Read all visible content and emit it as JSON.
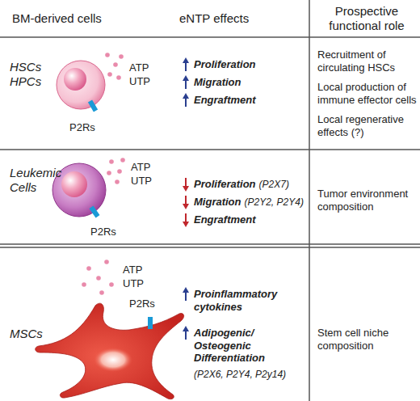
{
  "diagram": {
    "labels": [
      "BM-derived cells",
      "eNTP effects",
      "Prospective functional role",
      "HSCs HPCs",
      "ATP",
      "UTP",
      "P2Rs",
      "Proliferation",
      "Migration",
      "Engraftment",
      "Recruitment of circulating HSCs",
      "Local production of immune effector cells",
      "Local regenerative effects (?)",
      "Leukemic Cells",
      "ATP",
      "UTP",
      "P2Rs",
      "Proliferation",
      "(P2X7)",
      "Migration",
      "(P2Y2, P2Y4)",
      "Engraftment",
      "Tumor environment composition",
      "MSCs",
      "ATP",
      "UTP",
      "P2Rs",
      "Proinflammatory cytokines",
      "Adipogenic/ Osteogenic Differentiation",
      "(P2X6, P2Y4, P2y14)",
      "Stem cell niche composition"
    ]
  }
}
